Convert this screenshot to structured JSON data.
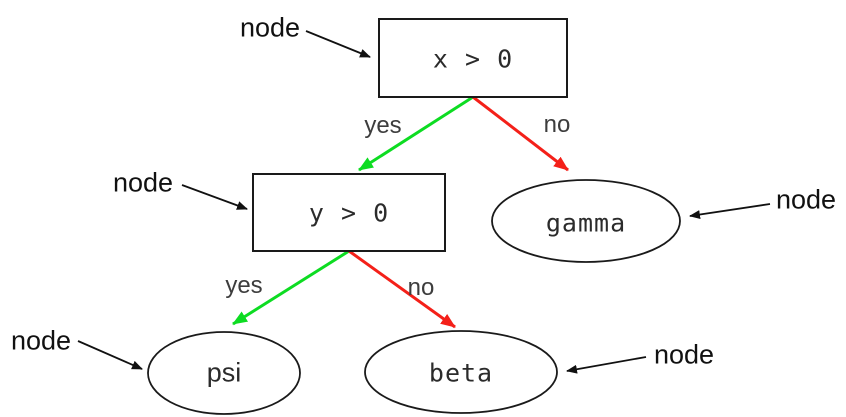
{
  "diagram": {
    "nodes": [
      {
        "id": "root",
        "label": "x > 0",
        "shape": "rect"
      },
      {
        "id": "y",
        "label": "y > 0",
        "shape": "rect"
      },
      {
        "id": "gamma",
        "label": "gamma",
        "shape": "ellipse"
      },
      {
        "id": "psi",
        "label": "psi",
        "shape": "ellipse"
      },
      {
        "id": "beta",
        "label": "beta",
        "shape": "ellipse"
      }
    ],
    "edges": [
      {
        "from": "x > 0",
        "to": "y > 0",
        "label": "yes"
      },
      {
        "from": "x > 0",
        "to": "gamma",
        "label": "no"
      },
      {
        "from": "y > 0",
        "to": "psi",
        "label": "yes"
      },
      {
        "from": "y > 0",
        "to": "beta",
        "label": "no"
      }
    ],
    "annotations": [
      {
        "label": "node",
        "points_to": "x > 0"
      },
      {
        "label": "node",
        "points_to": "y > 0"
      },
      {
        "label": "node",
        "points_to": "gamma"
      },
      {
        "label": "node",
        "points_to": "psi"
      },
      {
        "label": "node",
        "points_to": "beta"
      }
    ],
    "colors": {
      "yes_edge": "#0ddc22",
      "no_edge": "#f42019",
      "node_border": "#1a1a1a",
      "annotation_arrow": "#111111",
      "text": "#2b2b2b"
    }
  }
}
